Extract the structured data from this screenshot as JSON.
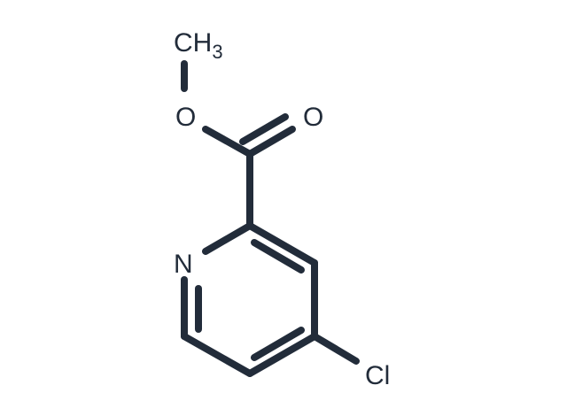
{
  "molecule": {
    "atoms": {
      "methyl": {
        "symbol": "CH",
        "subscript": "3"
      },
      "ester_oxygen": {
        "symbol": "O"
      },
      "carbonyl_oxygen": {
        "symbol": "O"
      },
      "ring_nitrogen": {
        "symbol": "N"
      },
      "chlorine": {
        "symbol": "Cl"
      }
    }
  },
  "colors": {
    "ink": "#222c3a",
    "background": "#ffffff"
  }
}
